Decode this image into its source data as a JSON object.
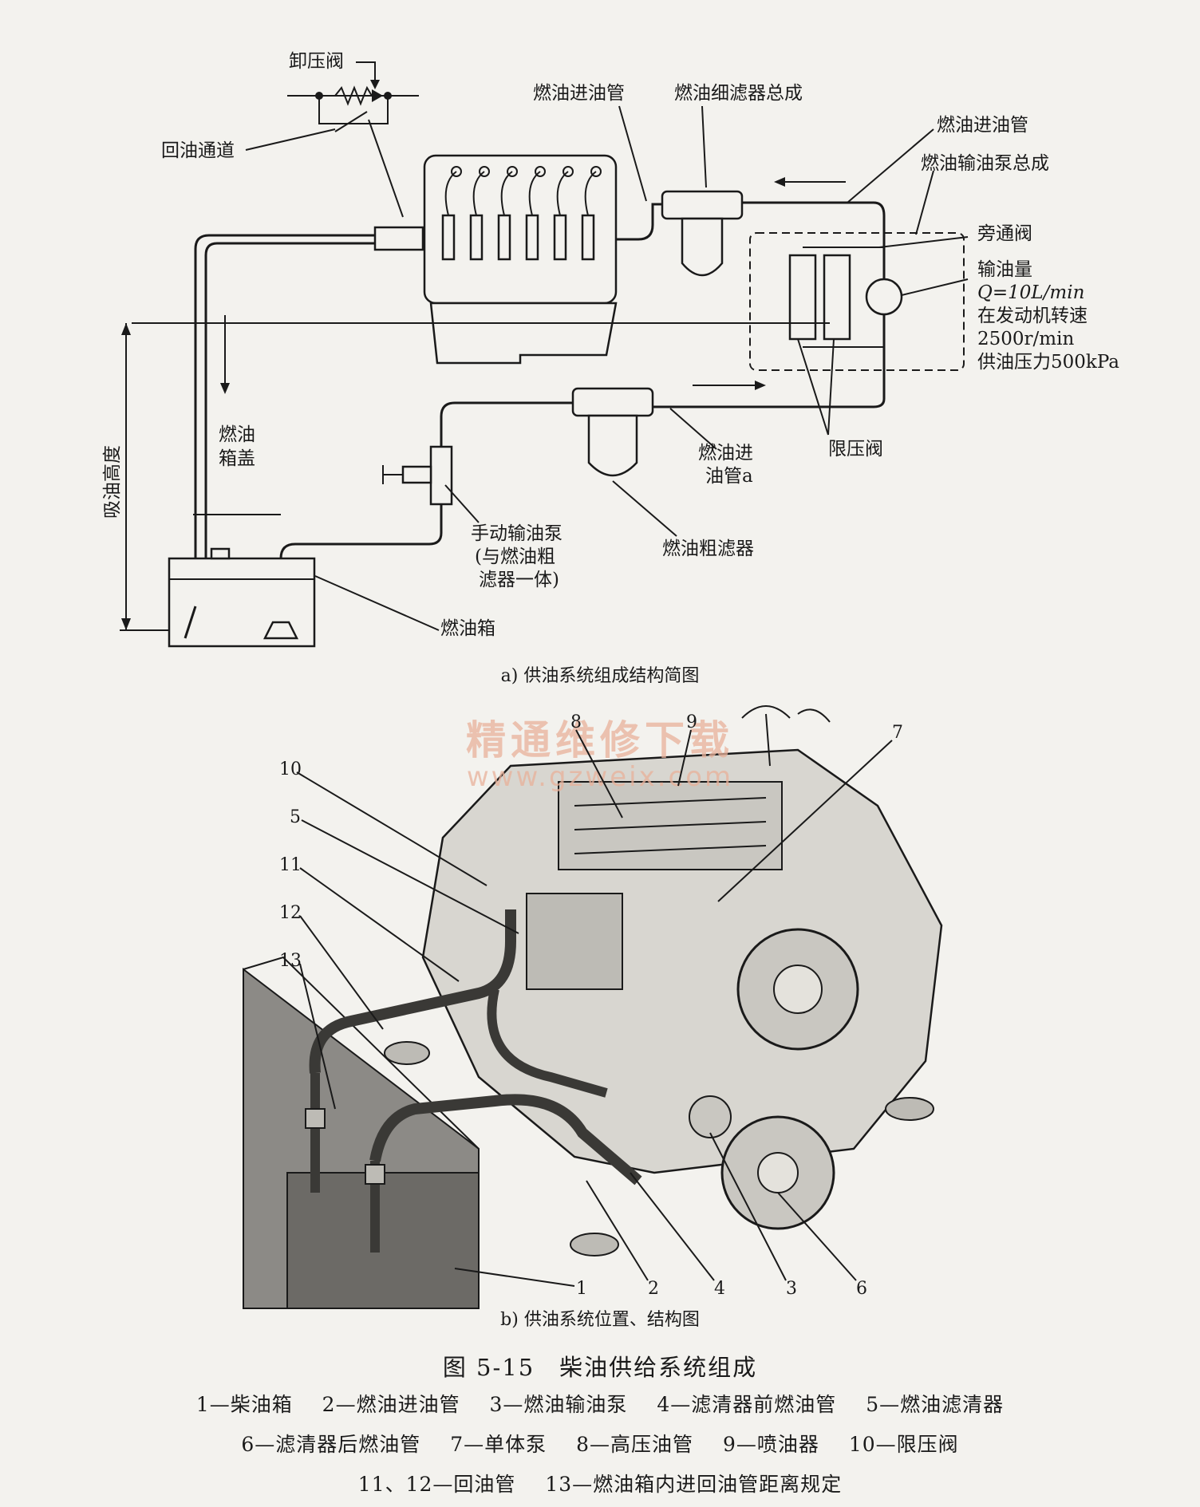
{
  "diagram_a": {
    "labels": {
      "relief_valve": "卸压阀",
      "return_channel": "回油通道",
      "fuel_inlet_pipe_top": "燃油进油管",
      "fine_filter_assembly": "燃油细滤器总成",
      "fuel_inlet_pipe_right": "燃油进油管",
      "feed_pump_assembly": "燃油输油泵总成",
      "bypass_valve": "旁通阀",
      "spec_line1": "输油量",
      "spec_line2": "Q=10L/min",
      "spec_line3": "在发动机转速",
      "spec_line4": "2500r/min",
      "spec_line5": "供油压力500kPa",
      "pressure_limit_valve": "限压阀",
      "inlet_pipe_a_line1": "燃油进",
      "inlet_pipe_a_line2": "油管a",
      "coarse_filter": "燃油粗滤器",
      "hand_pump_line1": "手动输油泵",
      "hand_pump_line2": "(与燃油粗",
      "hand_pump_line3": "滤器一体)",
      "tank_cap_line1": "燃油",
      "tank_cap_line2": "箱盖",
      "suction_height": "吸油高度",
      "fuel_tank": "燃油箱"
    },
    "caption": "a) 供油系统组成结构简图"
  },
  "diagram_b": {
    "callouts": [
      "8",
      "9",
      "7",
      "10",
      "5",
      "11",
      "12",
      "13",
      "1",
      "2",
      "4",
      "3",
      "6"
    ],
    "caption": "b) 供油系统位置、结构图",
    "watermark_line1": "精通维修下载",
    "watermark_line2": "www.gzweix.com"
  },
  "figure": {
    "caption": "图 5-15　柴油供给系统组成",
    "legend": [
      [
        "1—柴油箱",
        "2—燃油进油管",
        "3—燃油输油泵",
        "4—滤清器前燃油管",
        "5—燃油滤清器"
      ],
      [
        "6—滤清器后燃油管",
        "7—单体泵",
        "8—高压油管",
        "9—喷油器",
        "10—限压阀"
      ],
      [
        "11、12—回油管",
        "13—燃油箱内进回油管距离规定"
      ]
    ]
  }
}
